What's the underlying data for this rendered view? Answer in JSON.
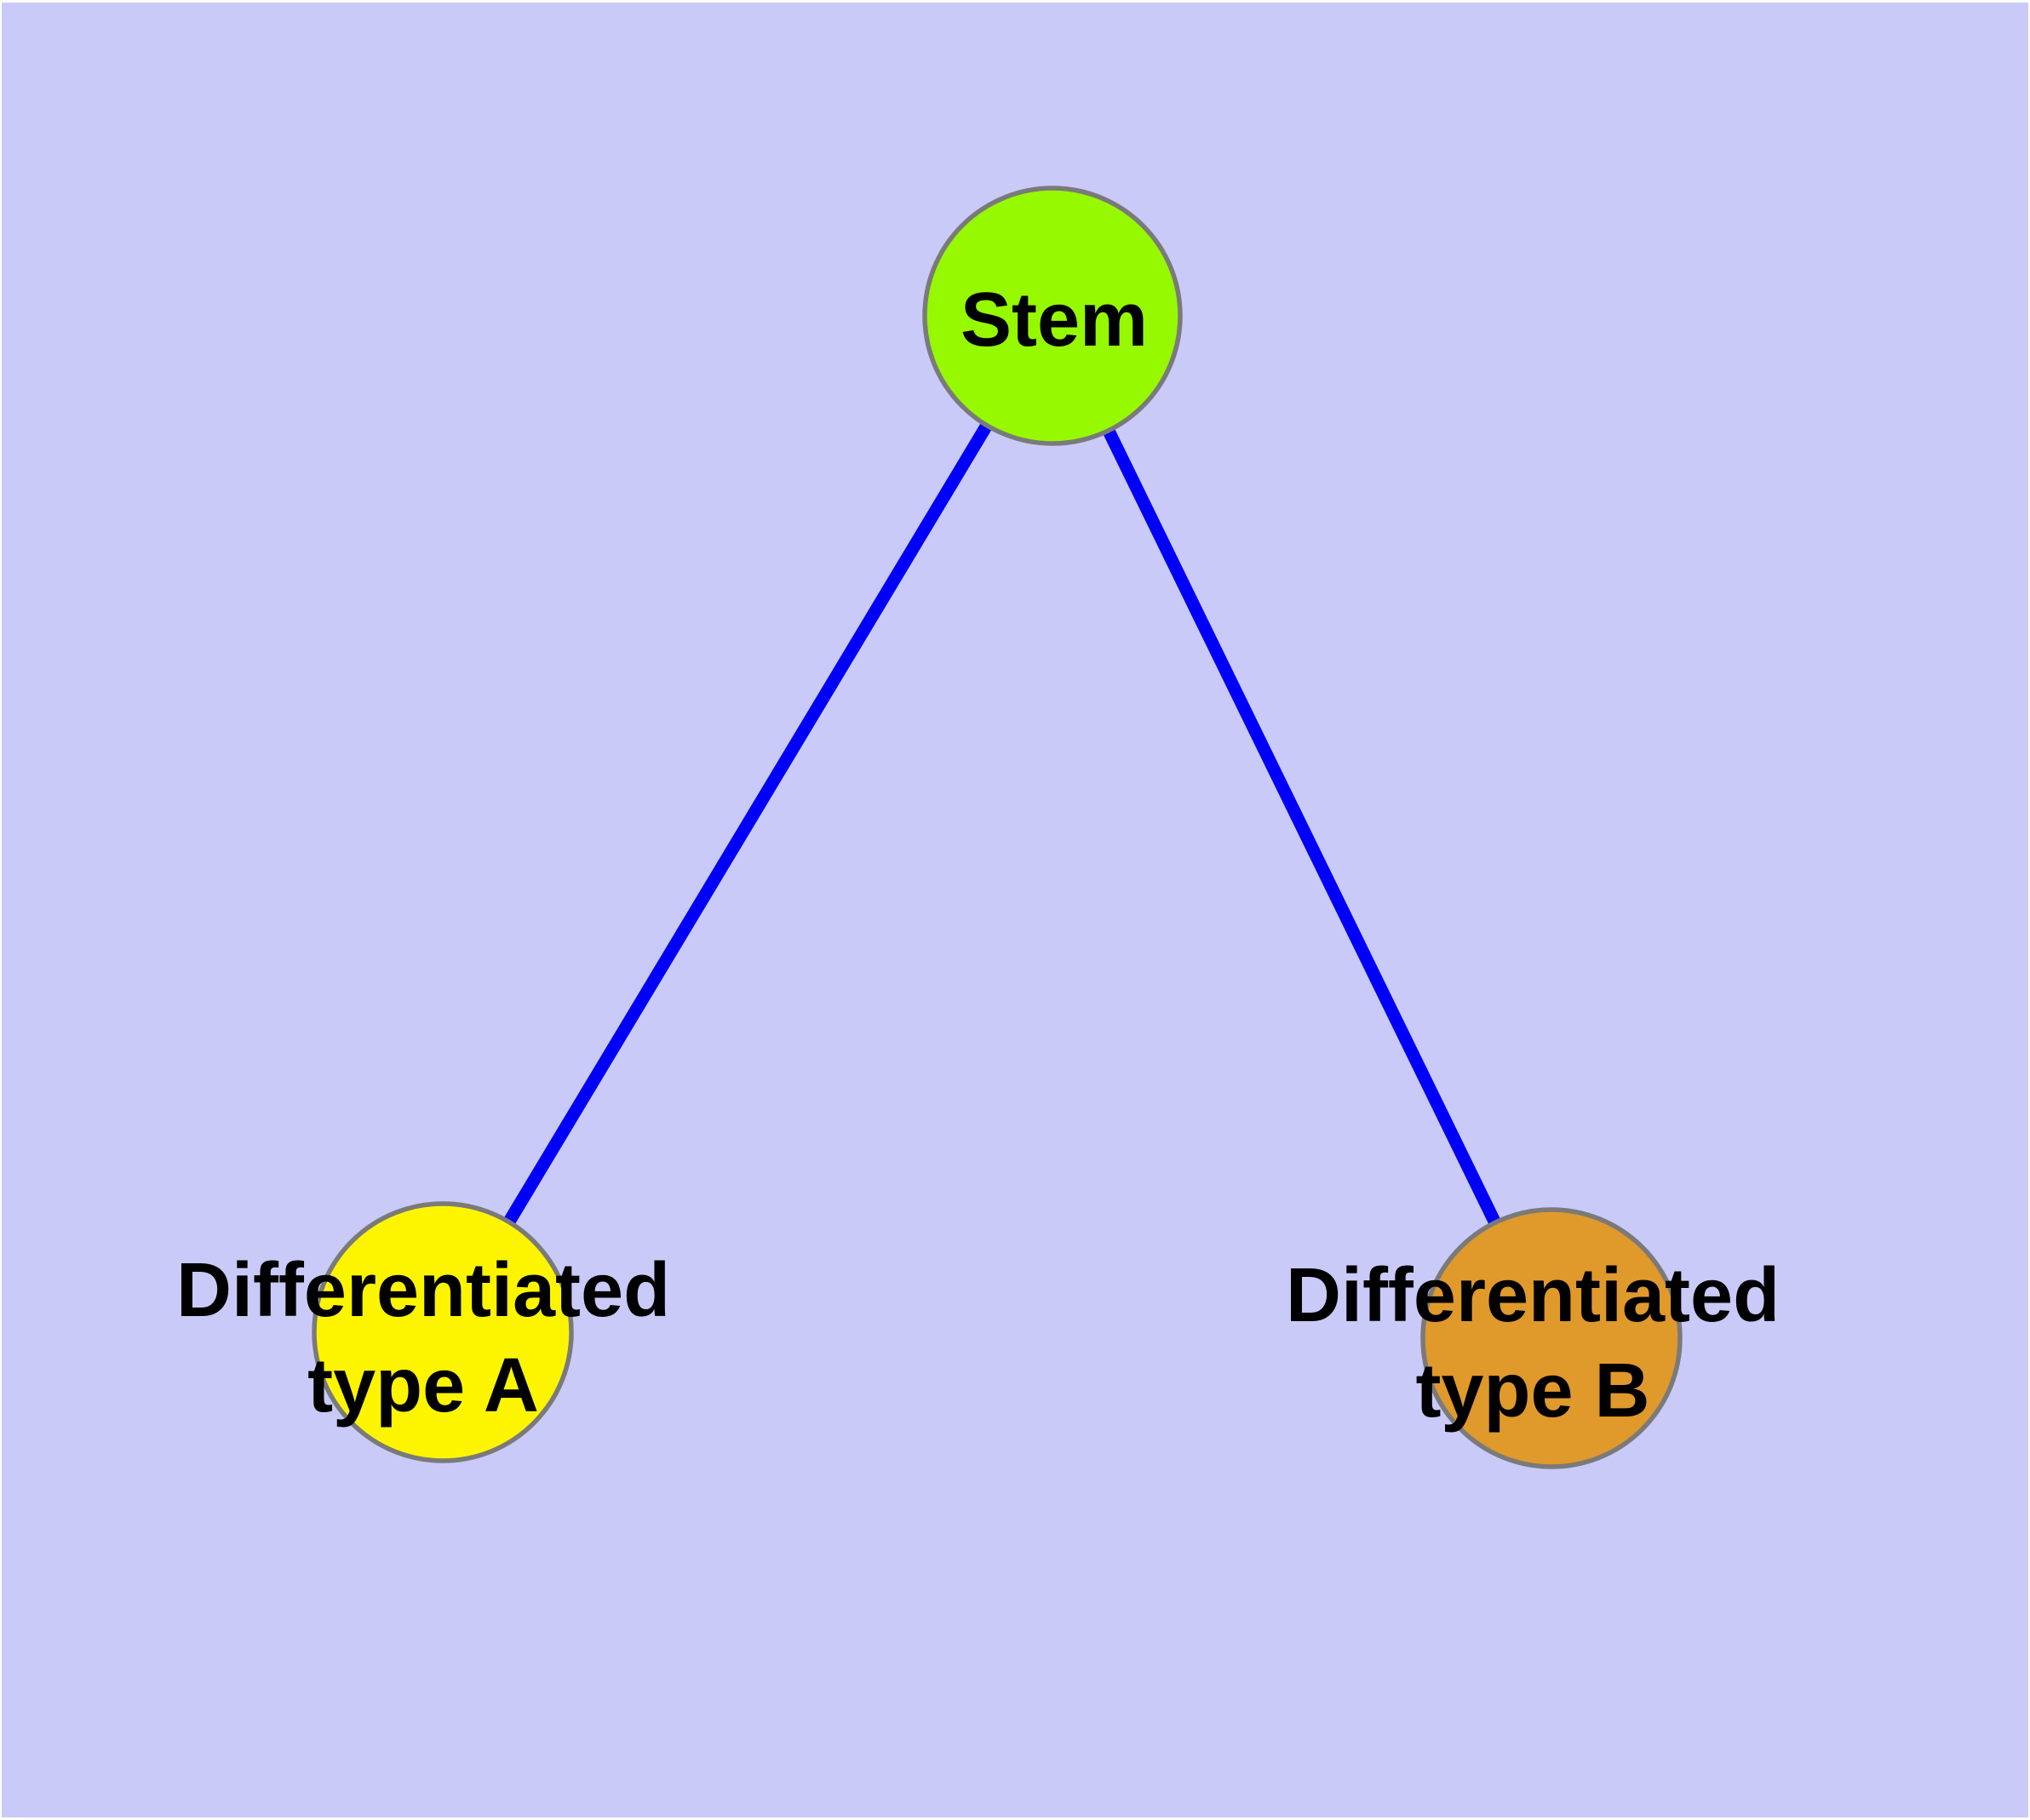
{
  "diagram": {
    "type": "node-link-graph",
    "description": "Cell differentiation hierarchy: one stem node connected to two differentiated cell type nodes"
  },
  "nodes": [
    {
      "id": "stem",
      "label": "Stem",
      "fill": "#96F900"
    },
    {
      "id": "differentiated-type-a",
      "label": "Differentiated\ntype A",
      "fill": "#FDF500"
    },
    {
      "id": "differentiated-type-b",
      "label": "Differentiated\ntype B",
      "fill": "#E0992B"
    }
  ],
  "edges": [
    {
      "from": "stem",
      "to": "differentiated-type-a"
    },
    {
      "from": "stem",
      "to": "differentiated-type-b"
    }
  ],
  "colors": {
    "background": "#CACAF9",
    "page_margin": "#FFFFFF",
    "edge": "#0000F8",
    "node_border": "#7A7A7A",
    "label_text": "#000000"
  }
}
